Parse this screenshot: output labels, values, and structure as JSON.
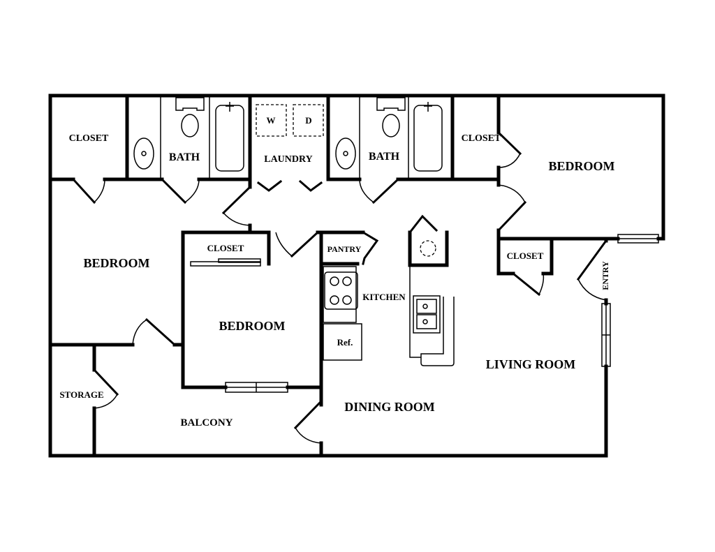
{
  "rooms": {
    "closet_top_left": "CLOSET",
    "bath_left": "BATH",
    "laundry": "LAUNDRY",
    "washer": "W",
    "dryer": "D",
    "bath_right": "BATH",
    "closet_top_right": "CLOSET",
    "bedroom_right": "BEDROOM",
    "bedroom_left": "BEDROOM",
    "closet_middle": "CLOSET",
    "pantry": "PANTRY",
    "kitchen": "KITCHEN",
    "refrigerator": "Ref.",
    "bedroom_middle": "BEDROOM",
    "closet_entry": "CLOSET",
    "entry": "ENTRY",
    "living_room": "LIVING ROOM",
    "storage": "STORAGE",
    "balcony": "BALCONY",
    "dining_room": "DINING ROOM"
  }
}
